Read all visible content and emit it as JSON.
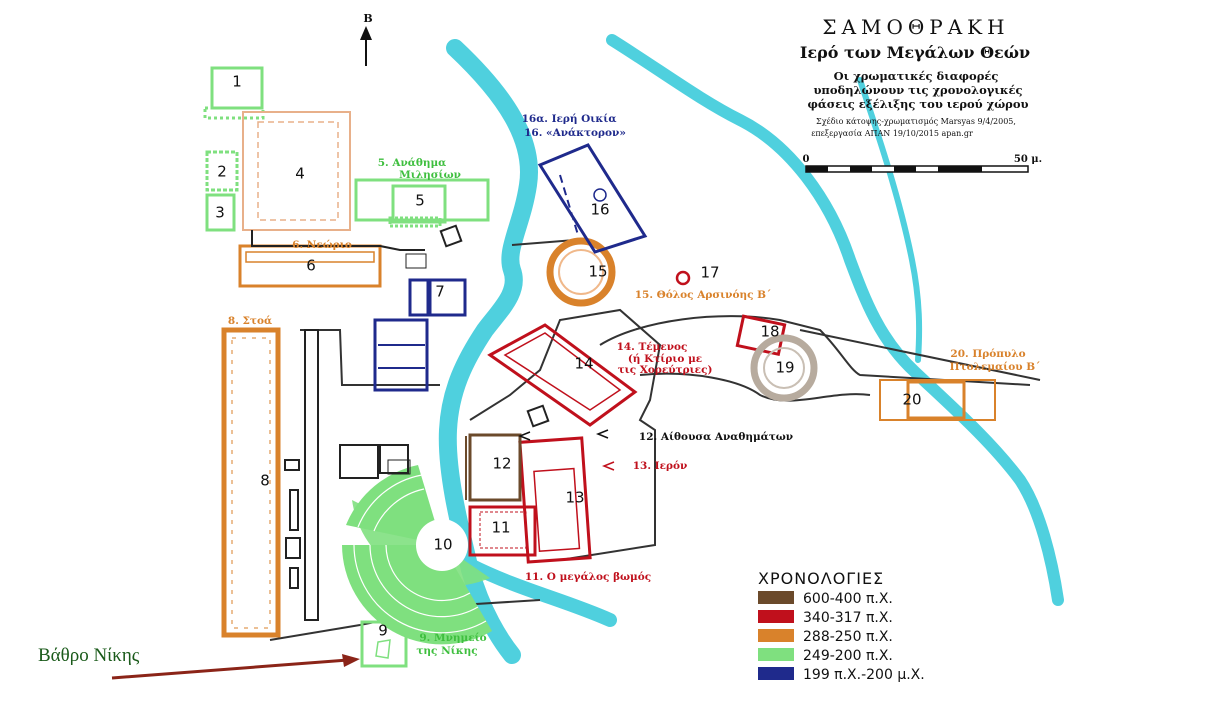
{
  "title": {
    "main": "ΣΑΜΟΘΡΑΚΗ",
    "sub": "Ιερό των Μεγάλων Θεών",
    "desc": [
      "Οι χρωματικές διαφορές",
      "υποδηλώνουν τις χρονολογικές",
      "φάσεις εξέλιξης του ιερού χώρου"
    ],
    "credit": [
      "Σχέδιο κάτοψης-χρωματισμός Marsyas 9/4/2005,",
      "επεξεργασία ΑΠΑΝ 19/10/2015 apan.gr"
    ]
  },
  "north": "B",
  "scale": {
    "start": "0",
    "end": "50 μ."
  },
  "colors": {
    "green": "#3fbf3f",
    "orange": "#d9822b",
    "red": "#c0101c",
    "blue": "#1f2a8c",
    "brown": "#6b4a2b",
    "river": "#4fd0de"
  },
  "numbers": [
    "1",
    "2",
    "3",
    "4",
    "5",
    "6",
    "7",
    "8",
    "9",
    "10",
    "11",
    "12",
    "13",
    "14",
    "15",
    "16",
    "17",
    "18",
    "19",
    "20"
  ],
  "labels": {
    "l5a": "5. Ανάθημα",
    "l5b": "Μιλησίων",
    "l6": "6. Νεώριο",
    "l8": "8. Στοά",
    "l9a": "9. Μνημείο",
    "l9b": "της Νίκης",
    "l11": "11. Ο μεγάλος βωμός",
    "l12": "12. Αίθουσα Αναθημάτων",
    "l13": "13. Ιερόν",
    "l14a": "14. Τέμενος",
    "l14b": "(ή Κτίριο με",
    "l14c": "τις Χορεύτριες)",
    "l15": "15. Θόλος Αρσινόης Β΄",
    "l16a": "16α. Ιερή Οικία",
    "l16b": "16. «Ανάκτορον»",
    "l20a": "20. Πρόπυλο",
    "l20b": "Πτολεμαίου Β΄"
  },
  "legend": {
    "title": "ΧΡΟΝΟΛΟΓΙΕΣ",
    "items": [
      {
        "label": "600-400 π.Χ.",
        "color": "#6b4a2b"
      },
      {
        "label": "340-317 π.Χ.",
        "color": "#c0101c"
      },
      {
        "label": "288-250 π.Χ.",
        "color": "#d9822b"
      },
      {
        "label": "249-200 π.Χ.",
        "color": "#7fe07f"
      },
      {
        "label": "199 π.Χ.-200 μ.Χ.",
        "color": "#1f2a8c"
      }
    ]
  },
  "annotation": "Βάθρο Νίκης"
}
